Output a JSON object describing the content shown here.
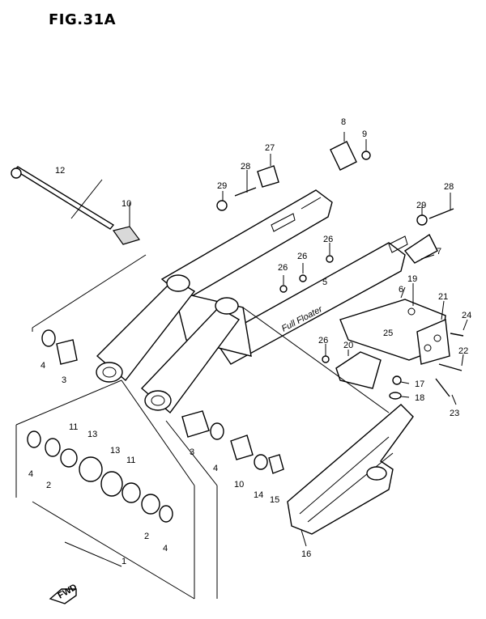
{
  "figure": {
    "title": "FIG.31A"
  },
  "arm_logo": "Full Floater",
  "callouts": {
    "c1": "1",
    "c2a": "2",
    "c2b": "2",
    "c3a": "3",
    "c3b": "3",
    "c4a": "4",
    "c4b": "4",
    "c4c": "4",
    "c4d": "4",
    "c5": "5",
    "c6": "6",
    "c7": "7",
    "c8": "8",
    "c9": "9",
    "c10a": "10",
    "c10b": "10",
    "c11a": "11",
    "c11b": "11",
    "c12": "12",
    "c13a": "13",
    "c13b": "13",
    "c14": "14",
    "c15": "15",
    "c16": "16",
    "c17": "17",
    "c18": "18",
    "c19": "19",
    "c20": "20",
    "c21": "21",
    "c22": "22",
    "c23": "23",
    "c24": "24",
    "c25": "25",
    "c26a": "26",
    "c26b": "26",
    "c26c": "26",
    "c26d": "26",
    "c27": "27",
    "c28a": "28",
    "c28b": "28",
    "c29a": "29",
    "c29b": "29"
  },
  "fwd_label": "FWD"
}
